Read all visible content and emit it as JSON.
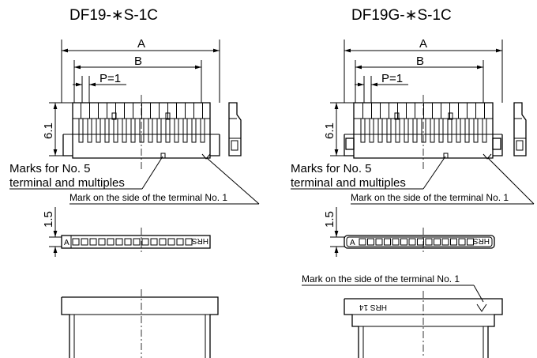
{
  "left": {
    "title": "DF19-∗S-1C",
    "dim_a": "A",
    "dim_b": "B",
    "dim_pitch": "P=1",
    "dim_height": "6.1",
    "dim_thickness": "1.5",
    "note_marks_line1": "Marks for No. 5",
    "note_marks_line2": "terminal and multiples",
    "note_side": "Mark on the side of the terminal No. 1",
    "strip_end_mark": "HRS"
  },
  "right": {
    "title": "DF19G-∗S-1C",
    "dim_a": "A",
    "dim_b": "B",
    "dim_pitch": "P=1",
    "dim_height": "6.1",
    "dim_thickness": "1.5",
    "note_marks_line1": "Marks for No. 5",
    "note_marks_line2": "terminal and multiples",
    "note_side": "Mark on the side of the terminal No. 1",
    "strip_end_mark": "HRS",
    "bottom_note": "Mark on the side of the terminal No. 1",
    "bottom_mark": "HRS 14"
  }
}
